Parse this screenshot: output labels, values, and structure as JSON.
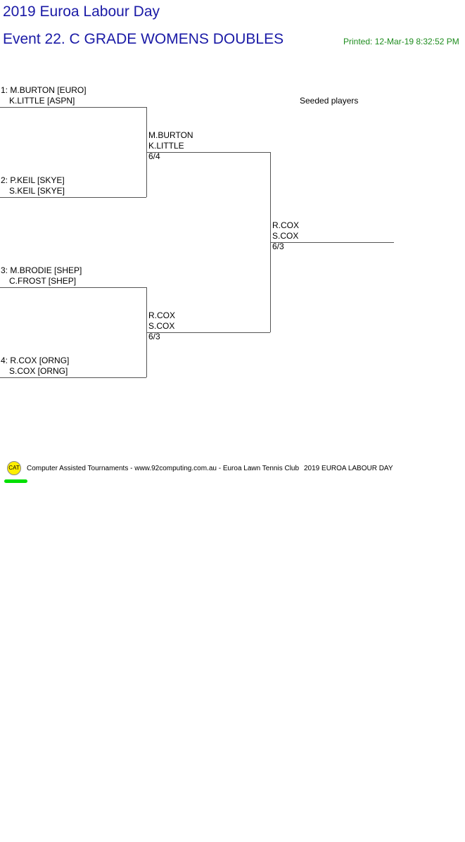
{
  "header": {
    "title": "2019 Euroa Labour Day",
    "event": "Event 22. C GRADE WOMENS DOUBLES",
    "printed": "Printed: 12-Mar-19 8:32:52 PM"
  },
  "seeded_label": "Seeded players",
  "round1": [
    {
      "seed": "1:",
      "p1": "M.BURTON [EURO]",
      "p2": "K.LITTLE [ASPN]"
    },
    {
      "seed": "2:",
      "p1": "P.KEIL [SKYE]",
      "p2": "S.KEIL [SKYE]"
    },
    {
      "seed": "3:",
      "p1": "M.BRODIE [SHEP]",
      "p2": "C.FROST [SHEP]"
    },
    {
      "seed": "4:",
      "p1": "R.COX [ORNG]",
      "p2": "S.COX [ORNG]"
    }
  ],
  "round2": [
    {
      "p1": "M.BURTON",
      "p2": "K.LITTLE",
      "score": "6/4"
    },
    {
      "p1": "R.COX",
      "p2": "S.COX",
      "score": "6/3"
    }
  ],
  "final": {
    "p1": "R.COX",
    "p2": "S.COX",
    "score": "6/3"
  },
  "footer": {
    "logo_text": "CAT",
    "credit": "Computer Assisted Tournaments - www.92computing.com.au -  Euroa Lawn Tennis Club",
    "event_name": "2019 EUROA LABOUR DAY"
  }
}
